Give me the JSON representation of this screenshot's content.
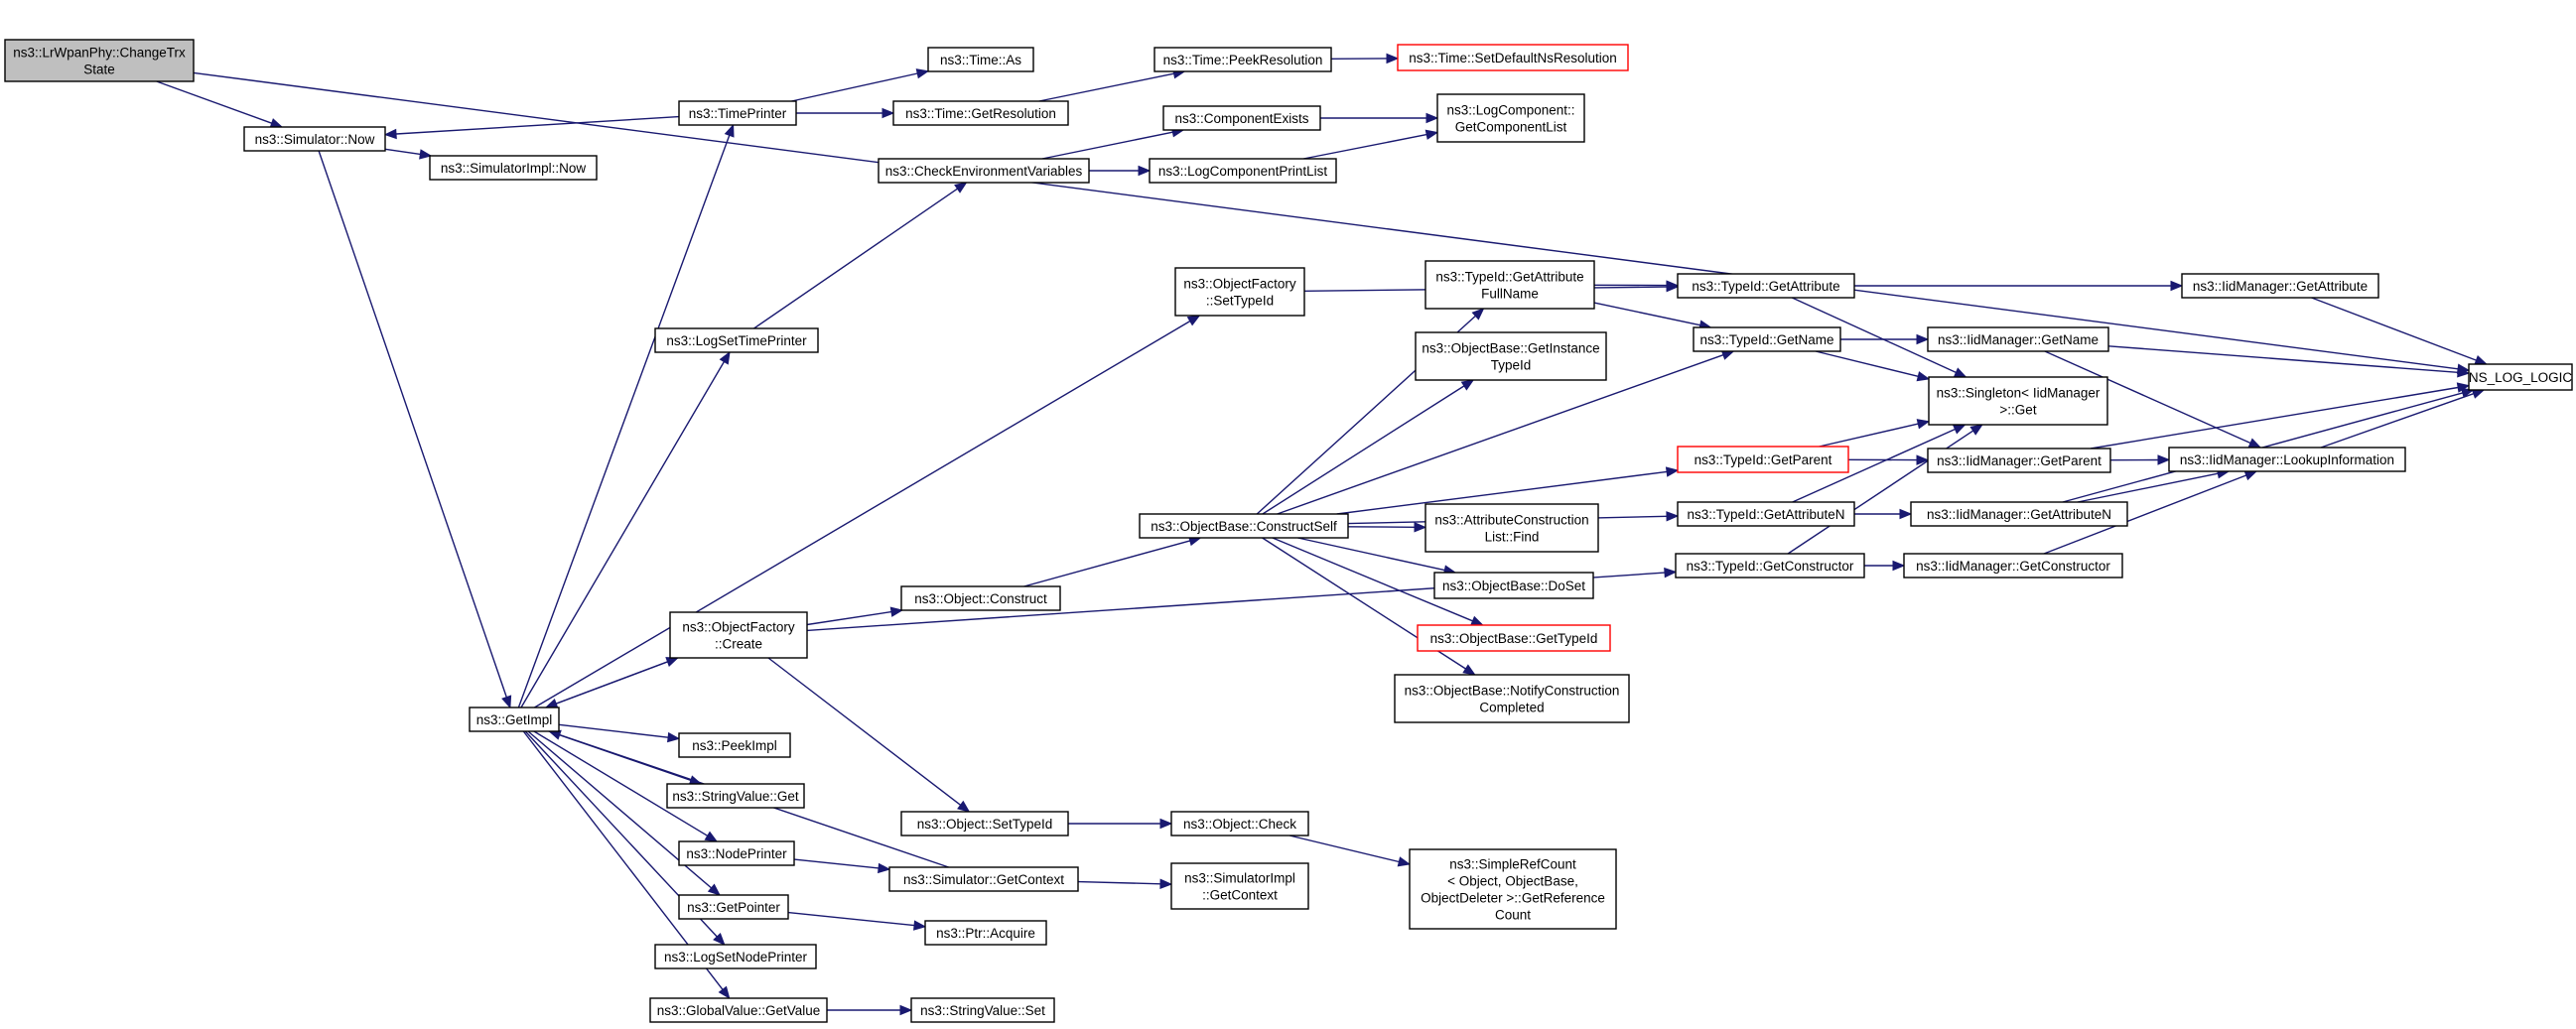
{
  "diagram": {
    "title": "",
    "nodes": [
      {
        "id": "changetrx",
        "lines": [
          "ns3::LrWpanPhy::ChangeTrx",
          "State"
        ],
        "style": "root"
      },
      {
        "id": "simnow",
        "lines": [
          "ns3::Simulator::Now"
        ]
      },
      {
        "id": "implnow",
        "lines": [
          "ns3::SimulatorImpl::Now"
        ]
      },
      {
        "id": "timeprinter",
        "lines": [
          "ns3::TimePrinter"
        ]
      },
      {
        "id": "timeas",
        "lines": [
          "ns3::Time::As"
        ]
      },
      {
        "id": "getres",
        "lines": [
          "ns3::Time::GetResolution"
        ]
      },
      {
        "id": "peekres",
        "lines": [
          "ns3::Time::PeekResolution"
        ]
      },
      {
        "id": "setdefns",
        "lines": [
          "ns3::Time::SetDefaultNsResolution"
        ],
        "style": "truncated"
      },
      {
        "id": "checkenv",
        "lines": [
          "ns3::CheckEnvironmentVariables"
        ]
      },
      {
        "id": "compexists",
        "lines": [
          "ns3::ComponentExists"
        ]
      },
      {
        "id": "logcompprint",
        "lines": [
          "ns3::LogComponentPrintList"
        ]
      },
      {
        "id": "getcomplist",
        "lines": [
          "ns3::LogComponent::",
          "GetComponentList"
        ]
      },
      {
        "id": "logsettime",
        "lines": [
          "ns3::LogSetTimePrinter"
        ]
      },
      {
        "id": "ofsettypeid",
        "lines": [
          "ns3::ObjectFactory",
          "::SetTypeId"
        ]
      },
      {
        "id": "getattrfull",
        "lines": [
          "ns3::TypeId::GetAttribute",
          "FullName"
        ]
      },
      {
        "id": "getattribute",
        "lines": [
          "ns3::TypeId::GetAttribute"
        ]
      },
      {
        "id": "iidgetattr",
        "lines": [
          "ns3::IidManager::GetAttribute"
        ]
      },
      {
        "id": "getinsttypeid",
        "lines": [
          "ns3::ObjectBase::GetInstance",
          "TypeId"
        ]
      },
      {
        "id": "getname",
        "lines": [
          "ns3::TypeId::GetName"
        ]
      },
      {
        "id": "iidgetname",
        "lines": [
          "ns3::IidManager::GetName"
        ]
      },
      {
        "id": "nslog",
        "lines": [
          "NS_LOG_LOGIC"
        ]
      },
      {
        "id": "singleton",
        "lines": [
          "ns3::Singleton< IidManager",
          ">::Get"
        ]
      },
      {
        "id": "getparent",
        "lines": [
          "ns3::TypeId::GetParent"
        ],
        "style": "truncated"
      },
      {
        "id": "iidgetparent",
        "lines": [
          "ns3::IidManager::GetParent"
        ]
      },
      {
        "id": "lookupinfo",
        "lines": [
          "ns3::IidManager::LookupInformation"
        ]
      },
      {
        "id": "getattrn",
        "lines": [
          "ns3::TypeId::GetAttributeN"
        ]
      },
      {
        "id": "iidgetattrn",
        "lines": [
          "ns3::IidManager::GetAttributeN"
        ]
      },
      {
        "id": "constructself",
        "lines": [
          "ns3::ObjectBase::ConstructSelf"
        ]
      },
      {
        "id": "attrfind",
        "lines": [
          "ns3::AttributeConstruction",
          "List::Find"
        ]
      },
      {
        "id": "getconstructor",
        "lines": [
          "ns3::TypeId::GetConstructor"
        ]
      },
      {
        "id": "iidgetconstructor",
        "lines": [
          "ns3::IidManager::GetConstructor"
        ]
      },
      {
        "id": "doset",
        "lines": [
          "ns3::ObjectBase::DoSet"
        ]
      },
      {
        "id": "obgettypeid",
        "lines": [
          "ns3::ObjectBase::GetTypeId"
        ],
        "style": "truncated"
      },
      {
        "id": "notifycons",
        "lines": [
          "ns3::ObjectBase::NotifyConstruction",
          "Completed"
        ]
      },
      {
        "id": "ofcreate",
        "lines": [
          "ns3::ObjectFactory",
          "::Create"
        ]
      },
      {
        "id": "objconstruct",
        "lines": [
          "ns3::Object::Construct"
        ]
      },
      {
        "id": "getimpl",
        "lines": [
          "ns3::GetImpl"
        ]
      },
      {
        "id": "peekimpl",
        "lines": [
          "ns3::PeekImpl"
        ]
      },
      {
        "id": "strvalget",
        "lines": [
          "ns3::StringValue::Get"
        ]
      },
      {
        "id": "objsettypeid",
        "lines": [
          "ns3::Object::SetTypeId"
        ]
      },
      {
        "id": "objcheck",
        "lines": [
          "ns3::Object::Check"
        ]
      },
      {
        "id": "simplerefcount",
        "lines": [
          "ns3::SimpleRefCount",
          "< Object, ObjectBase,",
          "ObjectDeleter >::GetReference",
          "Count"
        ]
      },
      {
        "id": "nodeprinter",
        "lines": [
          "ns3::NodePrinter"
        ]
      },
      {
        "id": "simgetcontext",
        "lines": [
          "ns3::Simulator::GetContext"
        ]
      },
      {
        "id": "implgetcontext",
        "lines": [
          "ns3::SimulatorImpl",
          "::GetContext"
        ]
      },
      {
        "id": "getpointer",
        "lines": [
          "ns3::GetPointer"
        ]
      },
      {
        "id": "ptracquire",
        "lines": [
          "ns3::Ptr::Acquire"
        ]
      },
      {
        "id": "logsetnode",
        "lines": [
          "ns3::LogSetNodePrinter"
        ]
      },
      {
        "id": "gvgetvalue",
        "lines": [
          "ns3::GlobalValue::GetValue"
        ]
      },
      {
        "id": "strvalset",
        "lines": [
          "ns3::StringValue::Set"
        ]
      }
    ],
    "edges": [
      [
        "changetrx",
        "simnow"
      ],
      [
        "changetrx",
        "nslog"
      ],
      [
        "simnow",
        "implnow"
      ],
      [
        "simnow",
        "getimpl"
      ],
      [
        "timeprinter",
        "simnow"
      ],
      [
        "timeprinter",
        "timeas"
      ],
      [
        "timeprinter",
        "getres"
      ],
      [
        "getres",
        "peekres"
      ],
      [
        "peekres",
        "setdefns"
      ],
      [
        "checkenv",
        "compexists"
      ],
      [
        "checkenv",
        "logcompprint"
      ],
      [
        "compexists",
        "getcomplist"
      ],
      [
        "logcompprint",
        "getcomplist"
      ],
      [
        "logsettime",
        "checkenv"
      ],
      [
        "ofsettypeid",
        "getattribute"
      ],
      [
        "getattrfull",
        "getattribute"
      ],
      [
        "getattrfull",
        "getname"
      ],
      [
        "getattribute",
        "iidgetattr"
      ],
      [
        "getattribute",
        "singleton"
      ],
      [
        "iidgetattr",
        "nslog"
      ],
      [
        "getname",
        "iidgetname"
      ],
      [
        "getname",
        "singleton"
      ],
      [
        "iidgetname",
        "nslog"
      ],
      [
        "iidgetname",
        "lookupinfo"
      ],
      [
        "getparent",
        "iidgetparent"
      ],
      [
        "getparent",
        "singleton"
      ],
      [
        "iidgetparent",
        "lookupinfo"
      ],
      [
        "iidgetparent",
        "nslog"
      ],
      [
        "lookupinfo",
        "nslog"
      ],
      [
        "getattrn",
        "iidgetattrn"
      ],
      [
        "getattrn",
        "singleton"
      ],
      [
        "iidgetattrn",
        "lookupinfo"
      ],
      [
        "iidgetattrn",
        "nslog"
      ],
      [
        "getconstructor",
        "iidgetconstructor"
      ],
      [
        "getconstructor",
        "singleton"
      ],
      [
        "iidgetconstructor",
        "lookupinfo"
      ],
      [
        "constructself",
        "getattrfull"
      ],
      [
        "constructself",
        "getinsttypeid"
      ],
      [
        "constructself",
        "getname"
      ],
      [
        "constructself",
        "getparent"
      ],
      [
        "constructself",
        "attrfind"
      ],
      [
        "constructself",
        "doset"
      ],
      [
        "constructself",
        "obgettypeid"
      ],
      [
        "constructself",
        "notifycons"
      ],
      [
        "constructself",
        "getattrn"
      ],
      [
        "objconstruct",
        "constructself"
      ],
      [
        "ofcreate",
        "objconstruct"
      ],
      [
        "ofcreate",
        "objsettypeid"
      ],
      [
        "ofcreate",
        "getconstructor"
      ],
      [
        "getimpl",
        "timeprinter"
      ],
      [
        "getimpl",
        "logsettime"
      ],
      [
        "getimpl",
        "ofsettypeid"
      ],
      [
        "getimpl",
        "ofcreate"
      ],
      [
        "getimpl",
        "peekimpl"
      ],
      [
        "getimpl",
        "strvalget"
      ],
      [
        "getimpl",
        "nodeprinter"
      ],
      [
        "getimpl",
        "getpointer"
      ],
      [
        "getimpl",
        "logsetnode"
      ],
      [
        "getimpl",
        "gvgetvalue"
      ],
      [
        "ofcreate",
        "getimpl"
      ],
      [
        "simgetcontext",
        "getimpl"
      ],
      [
        "objsettypeid",
        "objcheck"
      ],
      [
        "objcheck",
        "simplerefcount"
      ],
      [
        "nodeprinter",
        "simgetcontext"
      ],
      [
        "simgetcontext",
        "implgetcontext"
      ],
      [
        "getpointer",
        "ptracquire"
      ],
      [
        "gvgetvalue",
        "strvalset"
      ]
    ]
  },
  "colors": {
    "edge": "#191970",
    "node_border": "#000000",
    "truncated_border": "#ff0000",
    "root_fill": "#bfbfbf",
    "background": "#ffffff"
  }
}
